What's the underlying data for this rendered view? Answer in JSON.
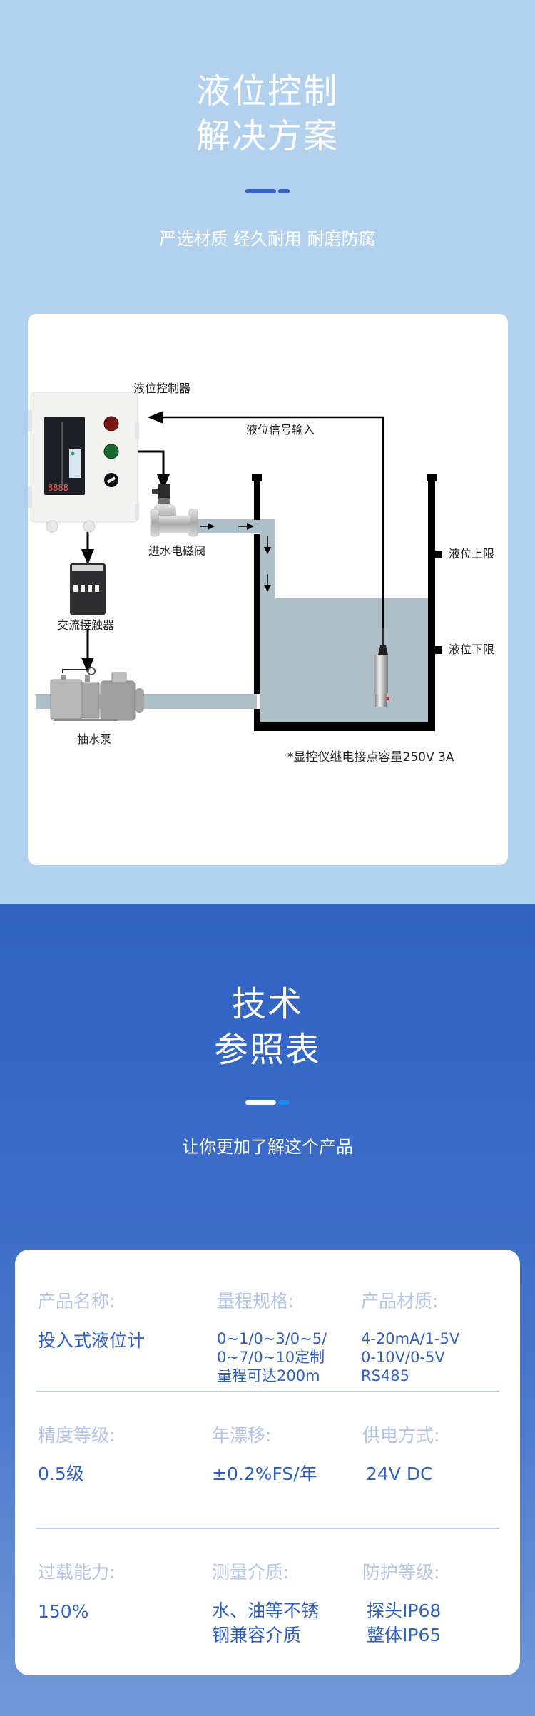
{
  "hero": {
    "title_line1": "液位控制",
    "title_line2": "解决方案",
    "subtitle": "严选材质 经久耐用 耐磨防腐",
    "bar_color": "#3565c4",
    "bg_color": "#b2d1ee"
  },
  "diagram": {
    "controller_label": "液位控制器",
    "signal_label": "液位信号输入",
    "valve_label": "进水电磁阀",
    "contactor_label": "交流接触器",
    "pump_label": "抽水泵",
    "upper_limit_label": "液位上限",
    "lower_limit_label": "液位下限",
    "footnote": "*显控仪继电接点容量250V 3A",
    "controller_display": "8888",
    "water_color": "#aebfc8"
  },
  "specs_header": {
    "title_line1": "技术",
    "title_line2": "参照表",
    "subtitle": "让你更加了解这个产品"
  },
  "specs": {
    "rows": [
      {
        "cells": [
          {
            "label": "产品名称:",
            "value": [
              "投入式液位计"
            ]
          },
          {
            "label": "量程规格:",
            "value": [
              "0~1/0~3/0~5/",
              "0~7/0~10定制",
              "量程可达200m"
            ]
          },
          {
            "label": "产品材质:",
            "value": [
              "4-20mA/1-5V",
              "0-10V/0-5V",
              "RS485"
            ]
          }
        ]
      },
      {
        "cells": [
          {
            "label": "精度等级:",
            "value": [
              "0.5级"
            ]
          },
          {
            "label": "年漂移:",
            "value": [
              "±0.2%FS/年"
            ]
          },
          {
            "label": "供电方式:",
            "value": [
              "24V DC"
            ]
          }
        ]
      },
      {
        "cells": [
          {
            "label": "过载能力:",
            "value": [
              "150%"
            ]
          },
          {
            "label": "测量介质:",
            "value": [
              "水、油等不锈",
              "钢兼容介质"
            ]
          },
          {
            "label": "防护等级:",
            "value": [
              "探头IP68",
              "整体IP65"
            ]
          }
        ]
      }
    ]
  }
}
